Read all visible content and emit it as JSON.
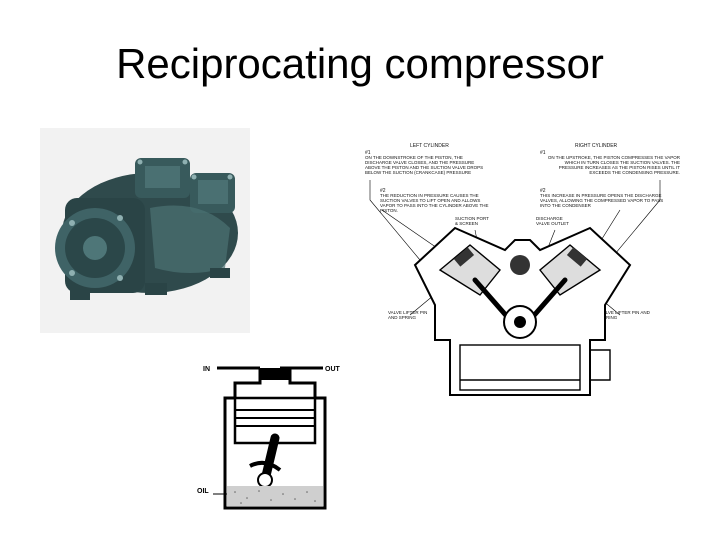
{
  "slide": {
    "title": "Reciprocating compressor"
  },
  "cutaway": {
    "left_cylinder": "LEFT CYLINDER",
    "right_cylinder": "RIGHT CYLINDER",
    "note1_num": "#1",
    "note1_text": "ON THE DOWNSTROKE OF THE PISTON, THE DISCHARGE VALVE CLOSES, AND THE PRESSURE ABOVE THE PISTON AND THE SUCTION VALVE DROPS BELOW THE SUCTION (CRANKCASE) PRESSURE",
    "note2_num": "#2",
    "note2_text": "THE REDUCTION IN PRESSURE CAUSES THE SUCTION VALVES TO LIFT OPEN AND ALLOWS VAPOR TO PASS INTO THE CYLINDER ABOVE THE PISTON.",
    "note3_num": "#1",
    "note3_text": "ON THE UPSTROKE, THE PISTON COMPRESSES THE VAPOR WHICH IN TURN CLOSES THE SUCTION VALVES. THE PRESSURE INCREASES AS THE PISTON RISES UNTIL IT EXCEEDS THE CONDENSING PRESSURE.",
    "note4_num": "#2",
    "note4_text": "THIS INCREASE IN PRESSURE OPENS THE DISCHARGE VALVES, ALLOWING THE COMPRESSED VAPOR TO PASS INTO THE CONDENSER",
    "suction_port": "SUCTION PORT & SCREEN",
    "discharge_outlet": "DISCHARGE VALVE OUTLET",
    "valve_lifter_left": "VALVE LIFTER PIN AND SPRING",
    "valve_lifter_right": "VALVE LIFTER PIN AND SPRING"
  },
  "piston": {
    "in_label": "IN",
    "out_label": "OUT",
    "oil_label": "OIL"
  }
}
